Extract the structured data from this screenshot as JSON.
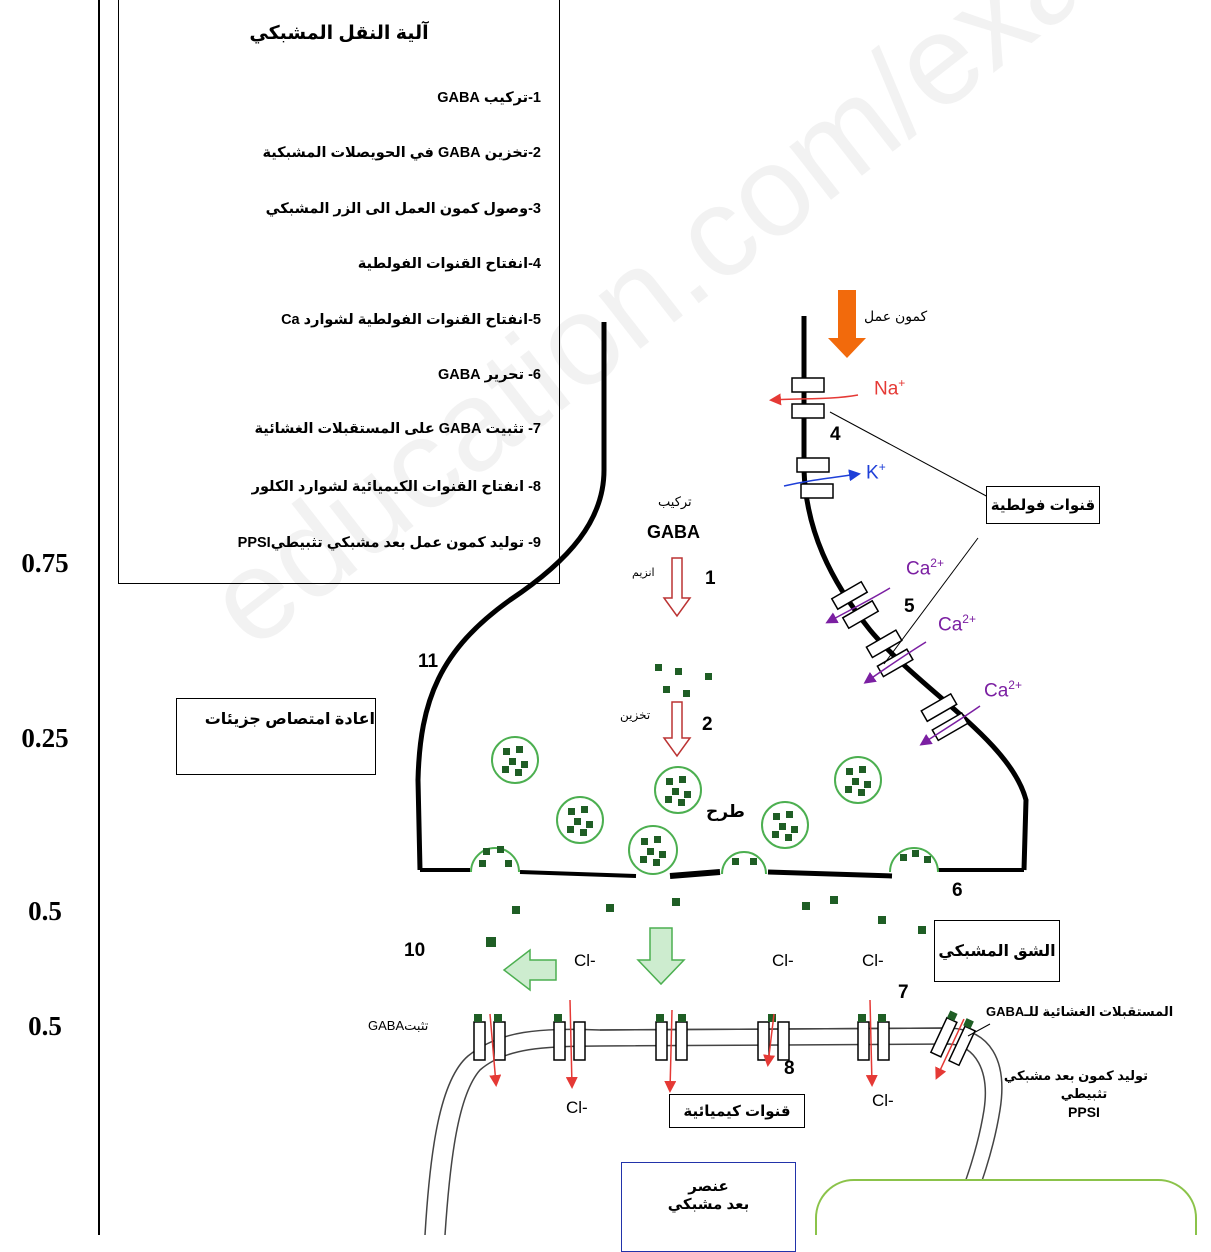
{
  "scores": [
    "0.75",
    "0.25",
    "0.5",
    "0.5"
  ],
  "steps_title": "آلية النقل المشبكي",
  "steps": [
    "1-تركيب GABA",
    "2-تخزين  GABA    في الحويصلات المشبكية",
    "3-وصول كمون العمل الى الزر المشبكي",
    "4-انفتاح القنوات الفولطية",
    "5-انفتاح القنوات الفولطية لشوارد  Ca",
    "6- تحرير GABA",
    "7- تثبيت  GABA     على المستقبلات الغشائية",
    "8- انفتاح القنوات الكيميائية لشوارد الكلور",
    "9- توليد كمون عمل بعد مشبكي  تثبيطيPPSI"
  ],
  "diagram": {
    "action_potential": "كمون عمل",
    "na": "Na",
    "na_sup": "+",
    "k": "K",
    "k_sup": "+",
    "ca": "Ca",
    "ca_sup": "2+",
    "voltage_channels": "قنوات فولطية",
    "synthesis": "تركيب",
    "gaba": "GABA",
    "enzyme": "انزيم",
    "storage": "تخزين",
    "release": "طرح",
    "reuptake": "اعادة امتصاص جزيئات",
    "synaptic_cleft": "الشق المشبكي",
    "fixation": "تثبتGABA",
    "receptors": "المستقبلات الغشائية للـGABA",
    "chemical_channels": "قنوات كيميائية",
    "ppsi_line1": "توليد كمون بعد مشبكي",
    "ppsi_line2": "تثبيطي",
    "ppsi_line3": "PPSI",
    "postsynaptic_line1": "عنصر",
    "postsynaptic_line2": "بعد مشبكي",
    "cl": "Cl-",
    "numbers": [
      "1",
      "2",
      "4",
      "5",
      "6",
      "7",
      "8",
      "10",
      "11"
    ]
  },
  "watermark": "education.com/exams",
  "colors": {
    "vesicle_green": "#2e7d32",
    "na_red": "#e53935",
    "k_blue": "#1e3fd8",
    "ca_purple": "#7b1fa2",
    "action_arrow": "#f26a0c",
    "big_arrow_fill": "#cdeccf"
  }
}
